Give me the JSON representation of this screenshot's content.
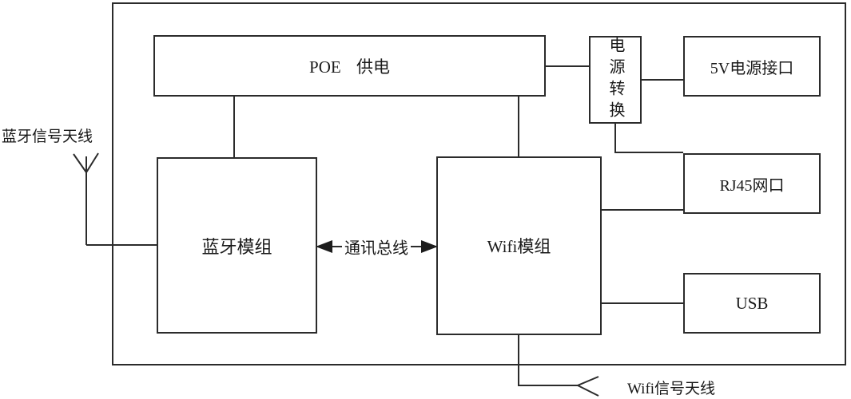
{
  "diagram": {
    "type": "block-diagram",
    "boxes": {
      "poe": {
        "label": "POE 供电"
      },
      "power_conversion": {
        "label": "电源转换",
        "orientation": "vertical"
      },
      "power_5v": {
        "label": "5V电源接口"
      },
      "rj45": {
        "label": "RJ45网口"
      },
      "usb": {
        "label": "USB"
      },
      "bluetooth": {
        "label": "蓝牙模组"
      },
      "wifi": {
        "label": "Wifi模组"
      }
    },
    "labels": {
      "bluetooth_antenna": "蓝牙信号天线",
      "wifi_antenna": "Wifi信号天线",
      "bus": "通讯总线"
    },
    "connections": [
      {
        "from": "POE 供电",
        "to": "电源转换"
      },
      {
        "from": "电源转换",
        "to": "5V电源接口"
      },
      {
        "from": "电源转换",
        "to": "RJ45网口"
      },
      {
        "from": "POE 供电",
        "to": "蓝牙模组"
      },
      {
        "from": "POE 供电",
        "to": "Wifi模组"
      },
      {
        "from": "蓝牙模组",
        "to": "Wifi模组",
        "type": "bidirectional",
        "label": "通讯总线"
      },
      {
        "from": "Wifi模组",
        "to": "RJ45网口"
      },
      {
        "from": "Wifi模组",
        "to": "USB"
      },
      {
        "from": "蓝牙模组",
        "to": "蓝牙信号天线",
        "type": "antenna"
      },
      {
        "from": "Wifi模组",
        "to": "Wifi信号天线",
        "type": "antenna"
      }
    ],
    "colors": {
      "line": "#2b2b2b",
      "background": "#ffffff",
      "text": "#1a1a1a"
    }
  }
}
